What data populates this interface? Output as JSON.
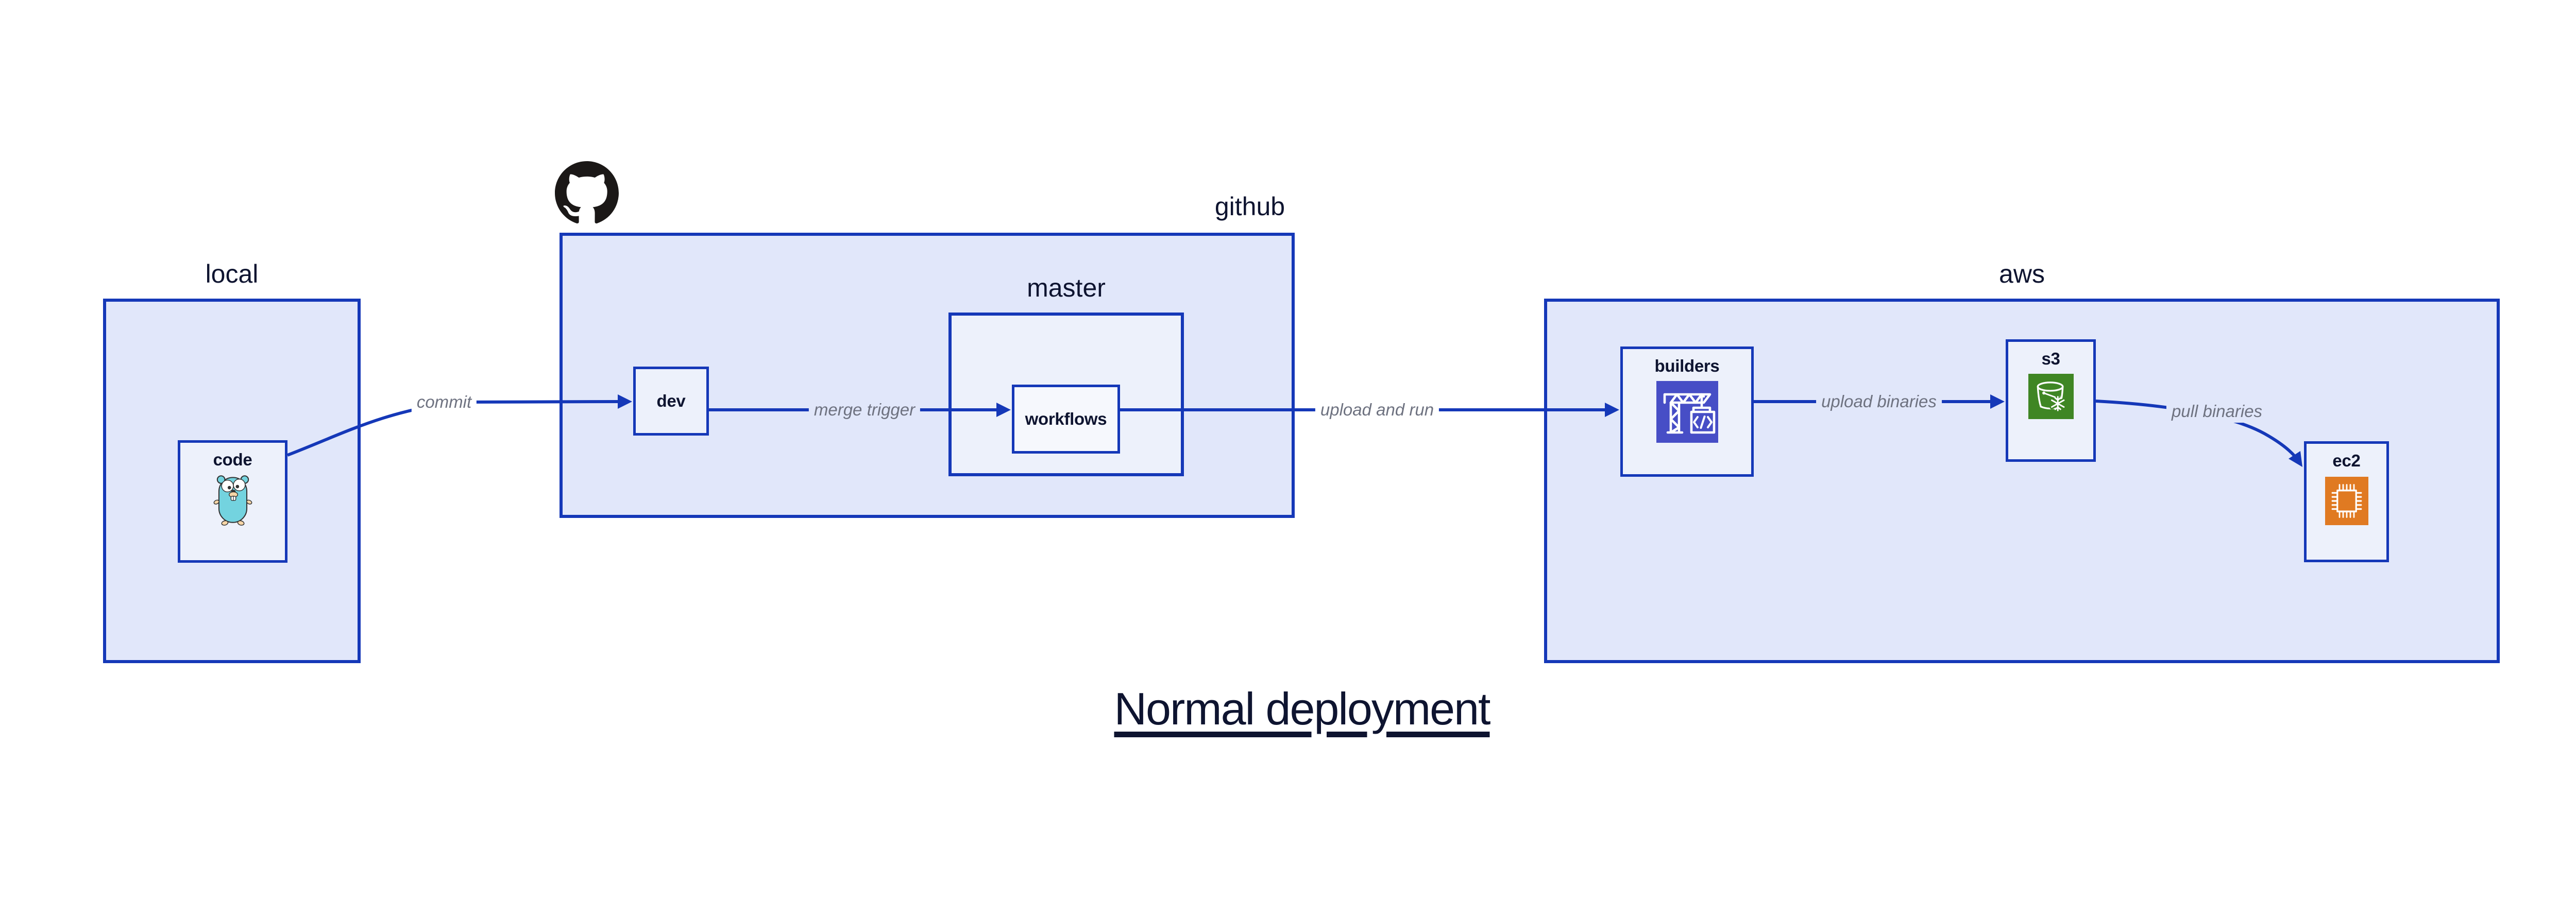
{
  "diagram": {
    "title": "Normal deployment",
    "clusters": {
      "local": {
        "label": "local"
      },
      "github": {
        "label": "github"
      },
      "master": {
        "label": "master"
      },
      "aws": {
        "label": "aws"
      }
    },
    "nodes": {
      "code": {
        "label": "code",
        "icon": "go-gopher-icon"
      },
      "dev": {
        "label": "dev"
      },
      "workflows": {
        "label": "workflows"
      },
      "builders": {
        "label": "builders",
        "icon": "codebuild-crane-icon"
      },
      "s3": {
        "label": "s3",
        "icon": "s3-bucket-icon"
      },
      "ec2": {
        "label": "ec2",
        "icon": "ec2-chip-icon"
      }
    },
    "edges": {
      "commit": {
        "label": "commit",
        "from": "code",
        "to": "dev"
      },
      "merge_trigger": {
        "label": "merge trigger",
        "from": "dev",
        "to": "workflows"
      },
      "upload_and_run": {
        "label": "upload and run",
        "from": "workflows",
        "to": "builders"
      },
      "upload_binaries": {
        "label": "upload binaries",
        "from": "builders",
        "to": "s3"
      },
      "pull_binaries": {
        "label": "pull binaries",
        "from": "s3",
        "to": "ec2"
      }
    },
    "colors": {
      "canvas_bg": "#ffffff",
      "stroke": "#1538B8",
      "cluster_fill": "#E1E7FA",
      "node_fill": "#EDF1FB",
      "node_fill_nested": "#F6F8FD",
      "text_dark": "#0E1430",
      "edge_label_text": "#6E7280",
      "icon_stroke": "#FFFFFF",
      "codebuild_bg": "#474EC6",
      "s3_bg": "#3F8624",
      "ec2_bg": "#E07A22",
      "gopher_body": "#73D3DF",
      "gopher_outline": "#333333",
      "gopher_skin": "#F6D5A6",
      "github_logo": "#1B1817"
    }
  }
}
